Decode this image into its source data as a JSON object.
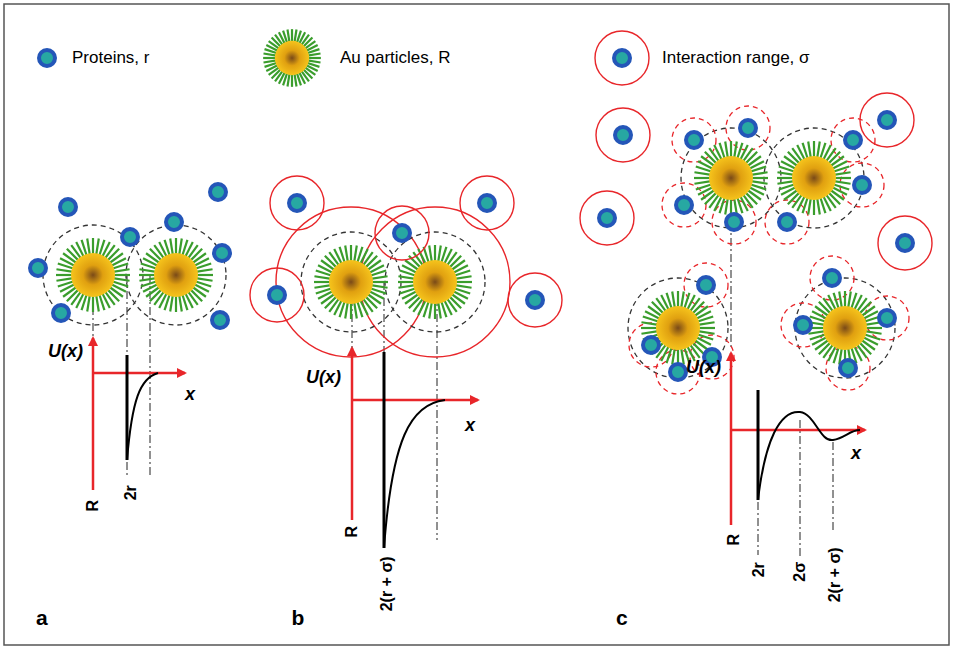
{
  "diagram": {
    "labels": [
      "U(x)",
      "x",
      "R",
      "2r",
      "a",
      "U(x)",
      "x",
      "R",
      "2(r + σ)",
      "b",
      "U(x)",
      "x",
      "R",
      "2r",
      "2σ",
      "2(r + σ)",
      "c"
    ],
    "legend": [
      {
        "text": "Proteins, r"
      },
      {
        "text": "Au particles, R"
      },
      {
        "text": "Interaction range, σ"
      }
    ]
  }
}
